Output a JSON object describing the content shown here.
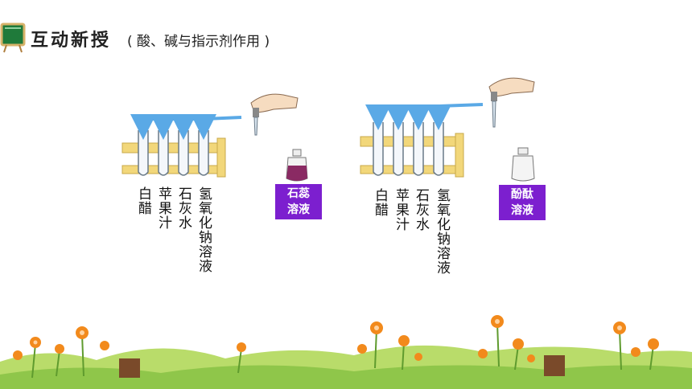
{
  "header": {
    "title": "互动新授",
    "subtitle": "( 酸、碱与指示剂作用 )"
  },
  "left_setup": {
    "labels": [
      "白醋",
      "苹果汁",
      "石灰水",
      "氢氧化钠溶液"
    ],
    "reagent": {
      "line1": "石蕊",
      "line2": "溶液"
    }
  },
  "right_setup": {
    "labels": [
      "白醋",
      "苹果汁",
      "石灰水",
      "氢氧化钠溶液"
    ],
    "reagent": {
      "line1": "酚酞",
      "line2": "溶液"
    }
  },
  "colors": {
    "reagent_bg": "#7c1fcf",
    "arrow": "#5aa9e6",
    "rack": "#f2d77a",
    "litmus_liquid": "#8a2a63"
  }
}
